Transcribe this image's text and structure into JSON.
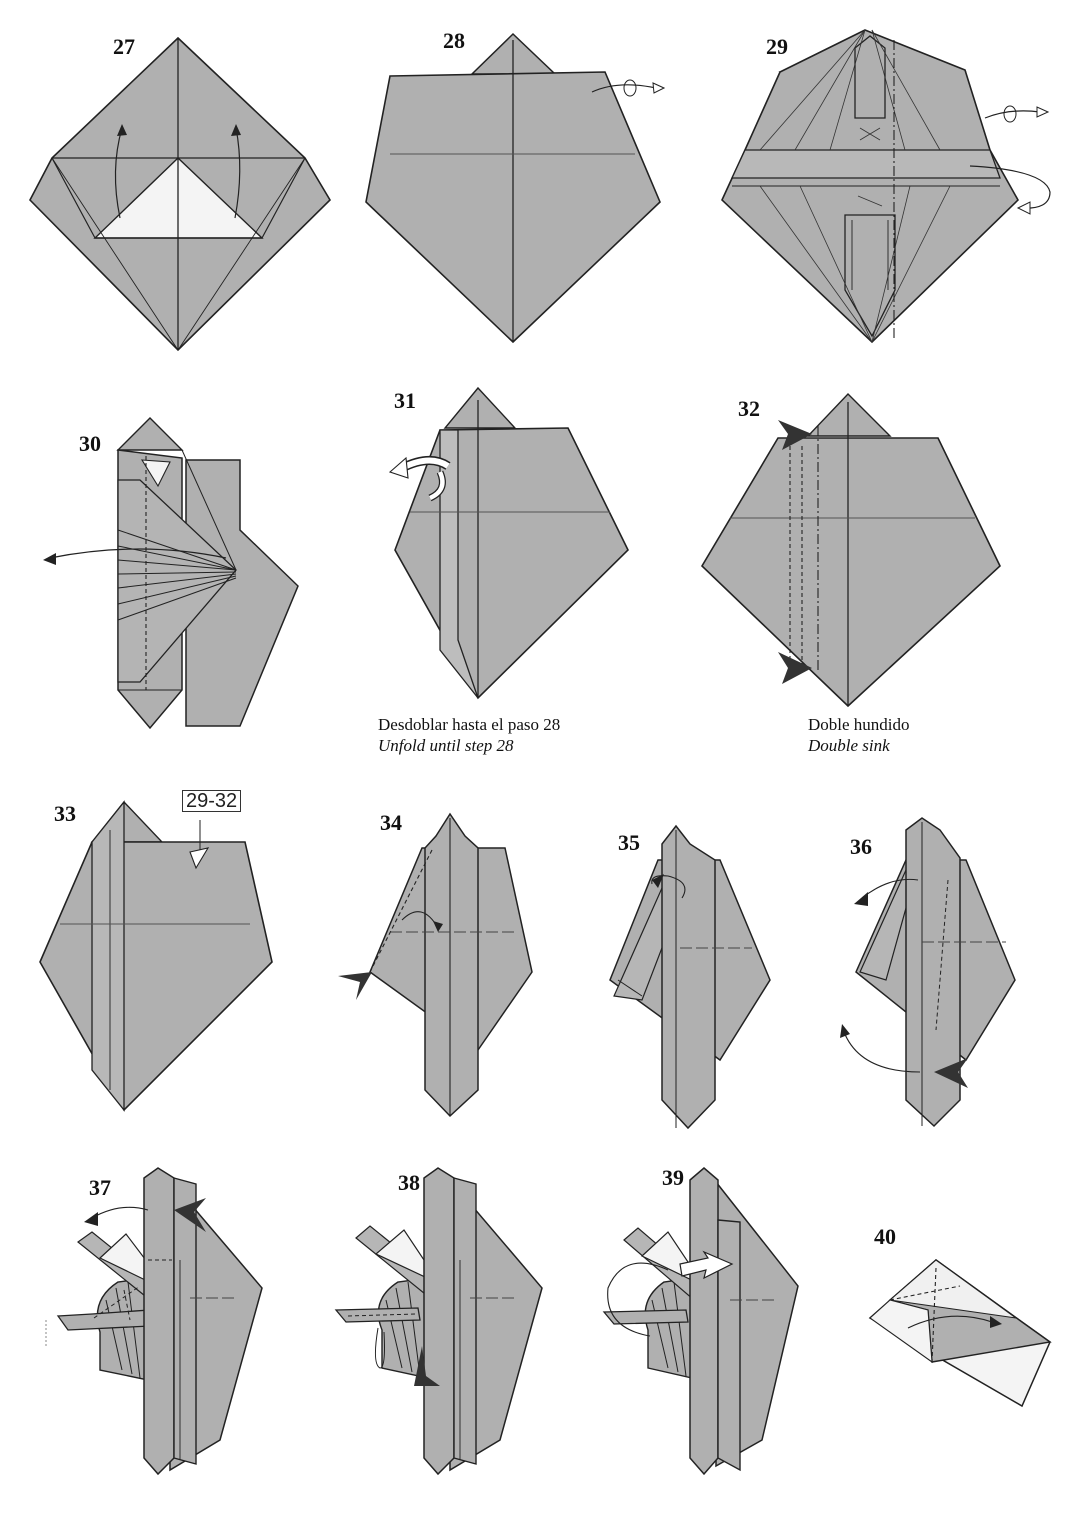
{
  "colors": {
    "paper": "#b0b0b0",
    "paper_light": "#f4f4f4",
    "line": "#222222",
    "background": "#ffffff"
  },
  "steps": [
    {
      "number": "27"
    },
    {
      "number": "28"
    },
    {
      "number": "29"
    },
    {
      "number": "30"
    },
    {
      "number": "31",
      "caption_es": "Desdoblar hasta el paso 28",
      "caption_en": "Unfold until step 28"
    },
    {
      "number": "32",
      "caption_es": "Doble hundido",
      "caption_en": "Double sink"
    },
    {
      "number": "33",
      "reference": "29-32"
    },
    {
      "number": "34"
    },
    {
      "number": "35"
    },
    {
      "number": "36"
    },
    {
      "number": "37"
    },
    {
      "number": "38"
    },
    {
      "number": "39"
    },
    {
      "number": "40"
    }
  ]
}
